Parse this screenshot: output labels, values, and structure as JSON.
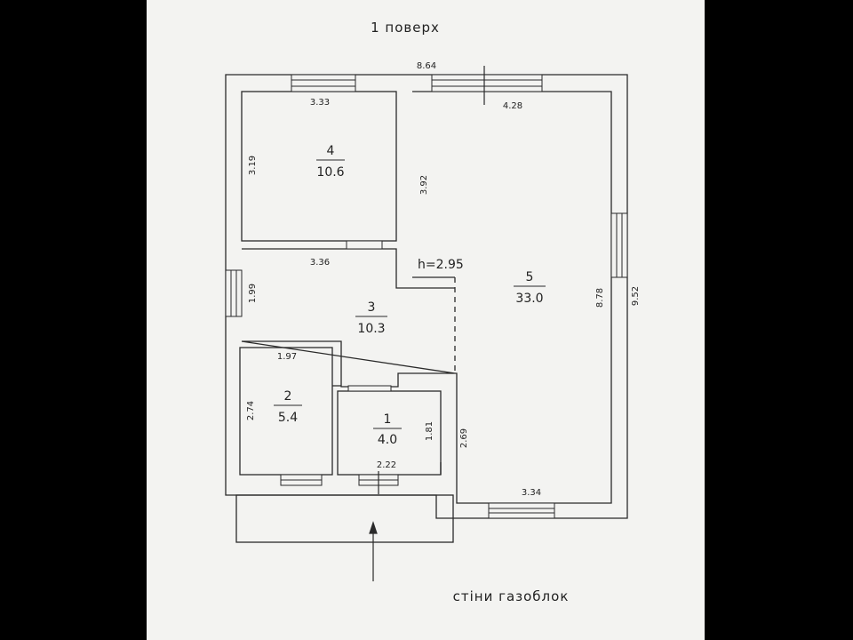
{
  "title": "1 поверх",
  "footer_note": "стіни газоблок",
  "ceiling_height": "h=2.95",
  "colors": {
    "background": "#000000",
    "paper": "#f3f3f1",
    "ink": "#222222"
  },
  "dimensions": {
    "outer_top": "8.64",
    "outer_right": "9.52",
    "room4_top": "3.33",
    "room4_left": "3.19",
    "room5_top": "4.28",
    "room5_left": "3.92",
    "room5_right": "8.78",
    "room5_bottom": "3.34",
    "room5_lower_left": "2.69",
    "room3_top": "3.36",
    "room3_left": "1.99",
    "room2_top": "1.97",
    "room2_left": "2.74",
    "room1_right": "1.81",
    "room1_bottom": "2.22"
  },
  "rooms": [
    {
      "number": "4",
      "area": "10.6"
    },
    {
      "number": "5",
      "area": "33.0"
    },
    {
      "number": "3",
      "area": "10.3"
    },
    {
      "number": "2",
      "area": "5.4"
    },
    {
      "number": "1",
      "area": "4.0"
    }
  ]
}
